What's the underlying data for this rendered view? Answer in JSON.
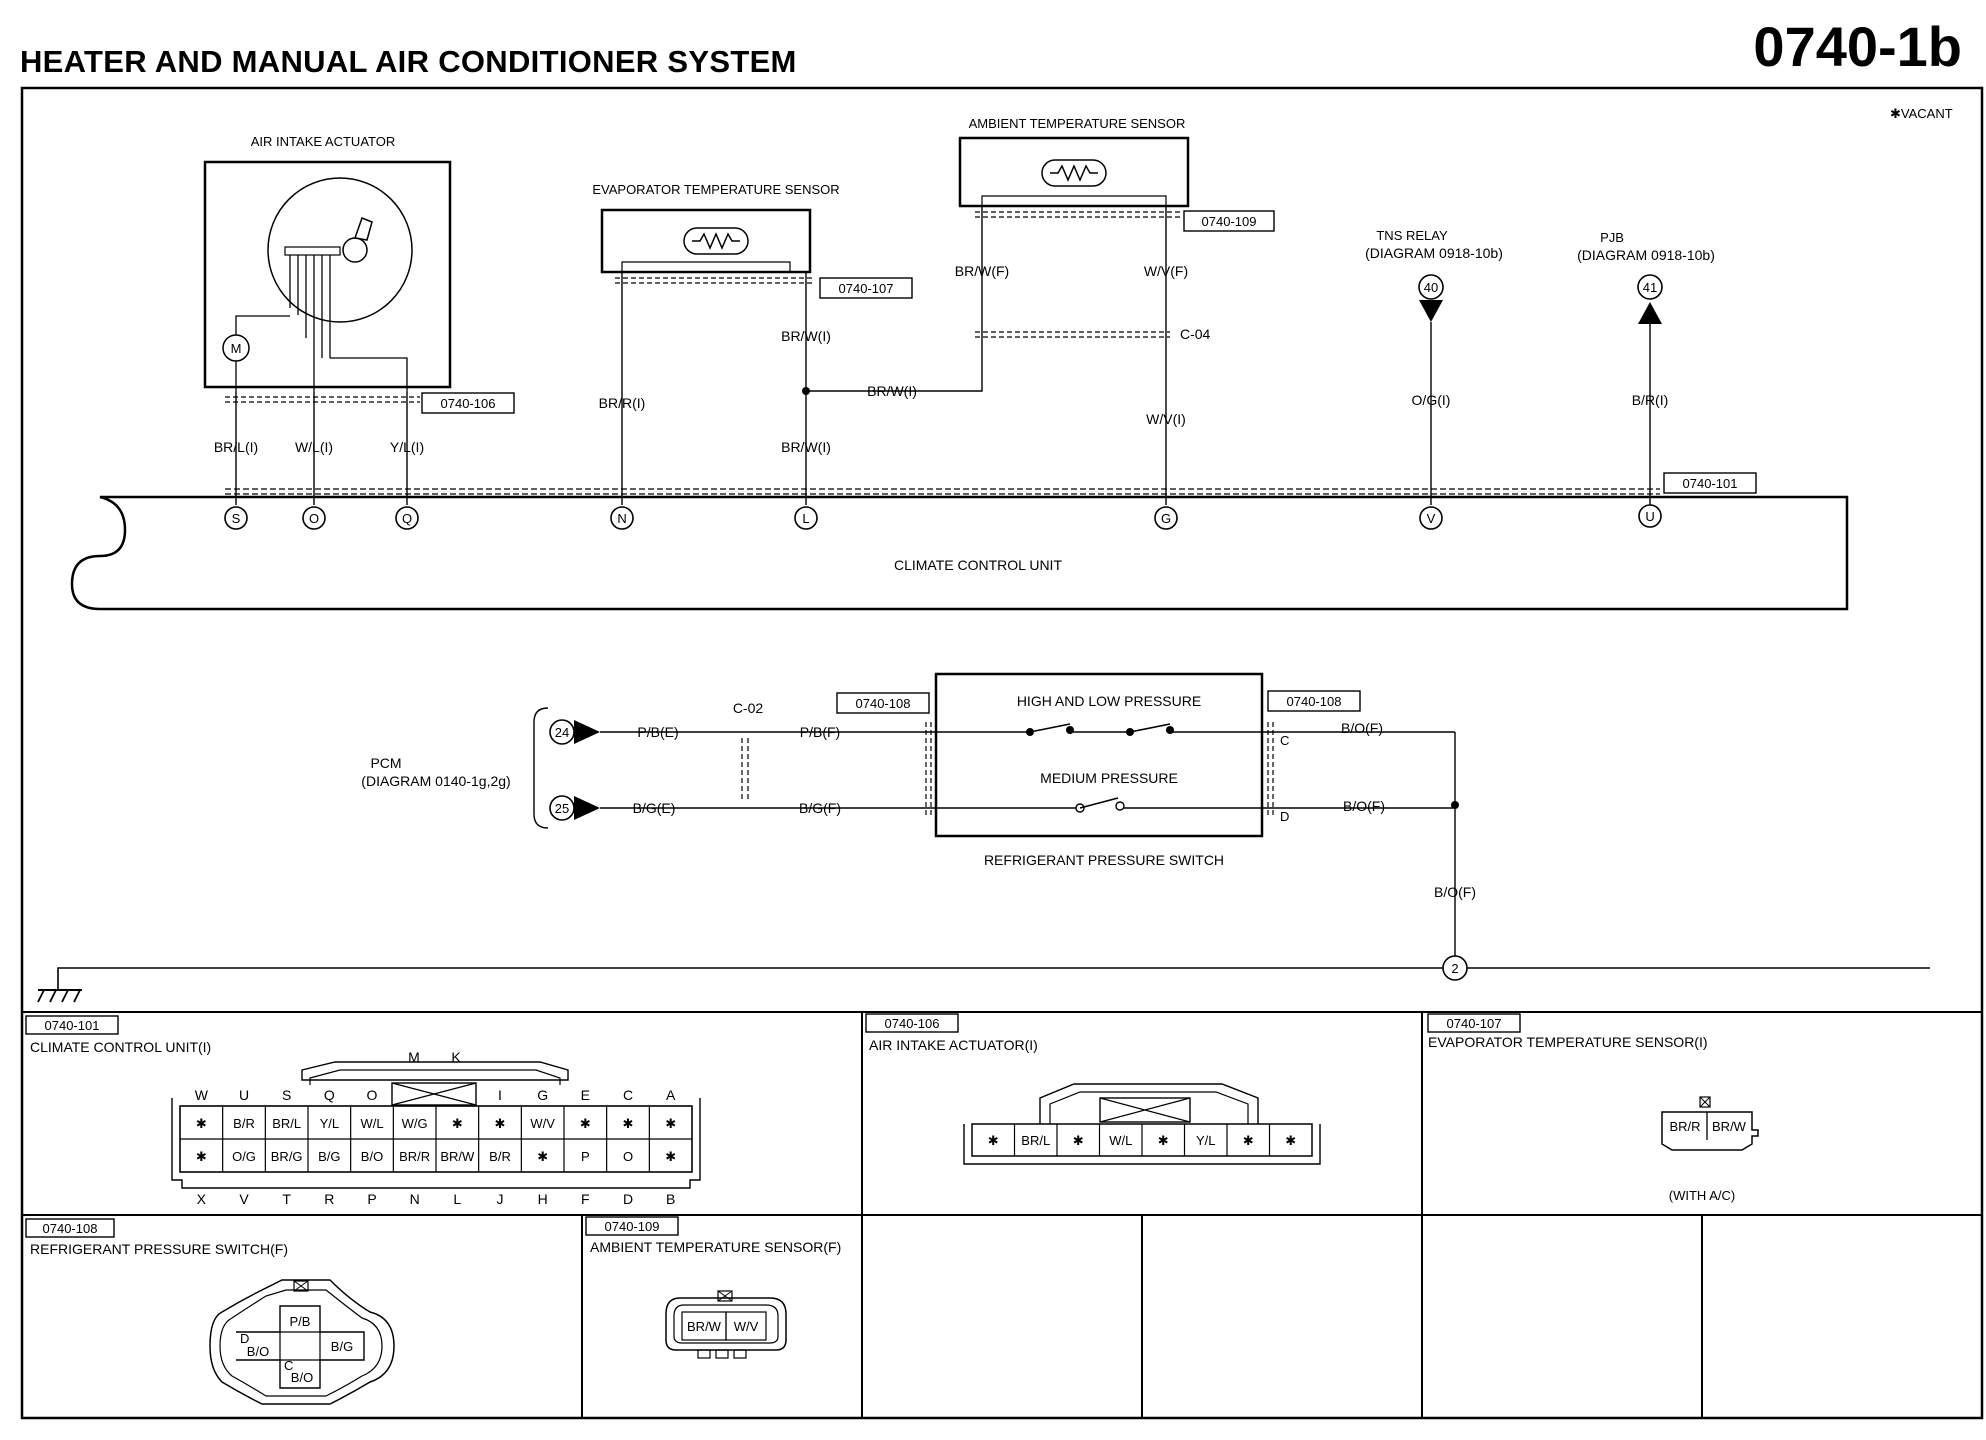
{
  "header": {
    "title": "HEATER AND MANUAL AIR CONDITIONER SYSTEM",
    "code": "0740-1b"
  },
  "legend": {
    "vacant": "✱VACANT"
  },
  "components": {
    "air_intake_actuator": "AIR INTAKE ACTUATOR",
    "motor": "M",
    "evap_sensor": "EVAPORATOR TEMPERATURE SENSOR",
    "ambient_sensor": "AMBIENT TEMPERATURE SENSOR",
    "tns_relay": "TNS RELAY",
    "tns_diagram": "(DIAGRAM 0918-10b)",
    "tns_ref": "40",
    "pjb": "PJB",
    "pjb_diagram": "(DIAGRAM 0918-10b)",
    "pjb_ref": "41",
    "ccu": "CLIMATE CONTROL UNIT",
    "hi_lo": "HIGH AND LOW PRESSURE",
    "medium": "MEDIUM PRESSURE",
    "ref_switch": "REFRIGERANT PRESSURE SWITCH",
    "pcm": "PCM",
    "pcm_diagram": "(DIAGRAM 0140-1g,2g)",
    "pcm_ref_top": "24",
    "pcm_ref_bot": "25",
    "ground_ref": "2"
  },
  "refs": {
    "r106": "0740-106",
    "r107": "0740-107",
    "r109": "0740-109",
    "r101": "0740-101",
    "r108a": "0740-108",
    "r108b": "0740-108"
  },
  "connectors": {
    "c04": "C-04",
    "c02": "C-02",
    "pin_c": "C",
    "pin_d": "D"
  },
  "wires": {
    "brl": "BR/L(I)",
    "wl": "W/L(I)",
    "yl": "Y/L(I)",
    "brr": "BR/R(I)",
    "brw_i_top": "BR/W(I)",
    "brw_i_mid": "BR/W(I)",
    "brw_i_bot": "BR/W(I)",
    "brw_f": "BR/W(F)",
    "wv_f": "W/V(F)",
    "wv_i": "W/V(I)",
    "og": "O/G(I)",
    "br": "B/R(I)",
    "pb_e": "P/B(E)",
    "pb_f": "P/B(F)",
    "bg_e": "B/G(E)",
    "bg_f": "B/G(F)",
    "bo_f1": "B/O(F)",
    "bo_f2": "B/O(F)",
    "bo_f3": "B/O(F)"
  },
  "ccu_pins": [
    "S",
    "O",
    "Q",
    "N",
    "L",
    "G",
    "V",
    "U"
  ],
  "panels": {
    "p101": {
      "ref": "0740-101",
      "title": "CLIMATE CONTROL UNIT(I)",
      "key_letters": [
        "M",
        "K"
      ],
      "top_letters": [
        "W",
        "U",
        "S",
        "Q",
        "O",
        "",
        "I",
        "G",
        "E",
        "C",
        "A"
      ],
      "row1": [
        "✱",
        "B/R",
        "BR/L",
        "Y/L",
        "W/L",
        "W/G",
        "✱",
        "✱",
        "W/V",
        "✱",
        "✱",
        "✱"
      ],
      "row2": [
        "✱",
        "O/G",
        "BR/G",
        "B/G",
        "B/O",
        "BR/R",
        "BR/W",
        "B/R",
        "✱",
        "P",
        "O",
        "✱"
      ],
      "bottom_letters": [
        "X",
        "V",
        "T",
        "R",
        "P",
        "N",
        "L",
        "J",
        "H",
        "F",
        "D",
        "B"
      ]
    },
    "p106": {
      "ref": "0740-106",
      "title": "AIR INTAKE ACTUATOR(I)",
      "cells": [
        "✱",
        "BR/L",
        "✱",
        "W/L",
        "✱",
        "Y/L",
        "✱",
        "✱"
      ]
    },
    "p107": {
      "ref": "0740-107",
      "title": "EVAPORATOR TEMPERATURE SENSOR(I)",
      "cells": [
        "BR/R",
        "BR/W"
      ],
      "note": "(WITH A/C)"
    },
    "p108": {
      "ref": "0740-108",
      "title": "REFRIGERANT PRESSURE SWITCH(F)",
      "top": "P/B",
      "left": "B/O",
      "right": "B/G",
      "bottom": "B/O",
      "left_pin": "D",
      "bottom_pin": "C"
    },
    "p109": {
      "ref": "0740-109",
      "title": "AMBIENT TEMPERATURE SENSOR(F)",
      "cells": [
        "BR/W",
        "W/V"
      ]
    }
  }
}
